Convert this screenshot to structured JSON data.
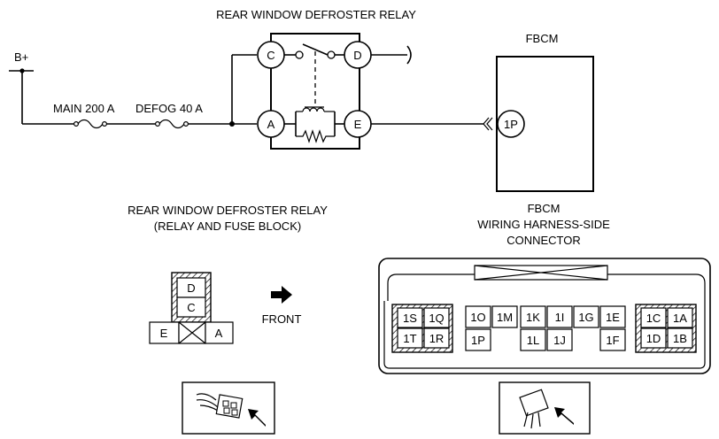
{
  "circuit": {
    "relay_title": "REAR WINDOW DEFROSTER RELAY",
    "battery_label": "B+",
    "fuse_main_label": "MAIN 200 A",
    "fuse_defog_label": "DEFOG 40 A",
    "relay_terminals": {
      "C": "C",
      "D": "D",
      "A": "A",
      "E": "E"
    },
    "module_title": "FBCM",
    "module_pin": "1P"
  },
  "relay_connector": {
    "title_line1": "REAR WINDOW DEFROSTER RELAY",
    "title_line2": "(RELAY AND FUSE BLOCK)",
    "pins": {
      "D": "D",
      "C": "C",
      "E": "E",
      "A": "A"
    },
    "direction_label": "FRONT"
  },
  "fbcm_connector": {
    "title_line1": "FBCM",
    "title_line2": "WIRING HARNESS-SIDE",
    "title_line3": "CONNECTOR",
    "left_block": [
      "1S",
      "1Q",
      "1T",
      "1R"
    ],
    "middle_top": [
      "1O",
      "1M",
      "1K",
      "1I",
      "1G",
      "1E"
    ],
    "middle_bottom": [
      "1P",
      "1L",
      "1J",
      "1F"
    ],
    "right_block": [
      "1C",
      "1A",
      "1D",
      "1B"
    ]
  },
  "icons": [
    "fuse-icon",
    "ground-tick-icon",
    "front-arrow-icon",
    "connector-plug-icon",
    "insert-arrow-icon"
  ]
}
